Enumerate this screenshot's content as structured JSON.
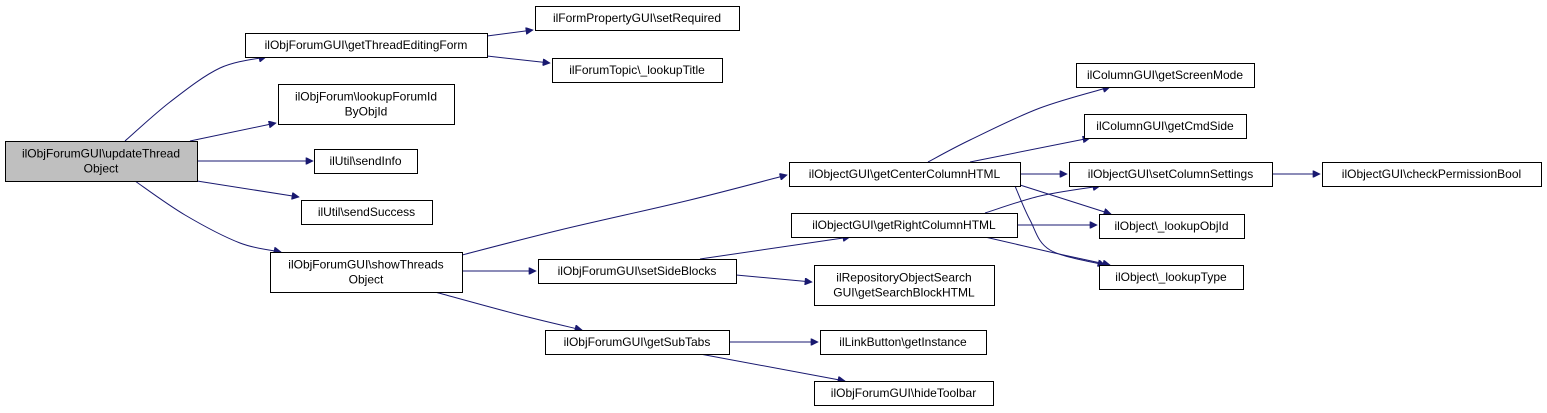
{
  "nodes": [
    {
      "id": "n0",
      "lines": [
        "ilObjForumGUI\\updateThread",
        "Object"
      ],
      "root": true
    },
    {
      "id": "n1",
      "lines": [
        "ilObjForumGUI\\getThreadEditingForm"
      ]
    },
    {
      "id": "n2",
      "lines": [
        "ilFormPropertyGUI\\setRequired"
      ]
    },
    {
      "id": "n3",
      "lines": [
        "ilForumTopic\\_lookupTitle"
      ]
    },
    {
      "id": "n4",
      "lines": [
        "ilObjForum\\lookupForumId",
        "ByObjId"
      ]
    },
    {
      "id": "n5",
      "lines": [
        "ilUtil\\sendInfo"
      ]
    },
    {
      "id": "n6",
      "lines": [
        "ilUtil\\sendSuccess"
      ]
    },
    {
      "id": "n7",
      "lines": [
        "ilObjForumGUI\\showThreads",
        "Object"
      ]
    },
    {
      "id": "n8",
      "lines": [
        "ilObjectGUI\\getCenterColumnHTML"
      ]
    },
    {
      "id": "n9",
      "lines": [
        "ilColumnGUI\\getScreenMode"
      ]
    },
    {
      "id": "n10",
      "lines": [
        "ilColumnGUI\\getCmdSide"
      ]
    },
    {
      "id": "n11",
      "lines": [
        "ilObjectGUI\\setColumnSettings"
      ]
    },
    {
      "id": "n12",
      "lines": [
        "ilObjectGUI\\checkPermissionBool"
      ]
    },
    {
      "id": "n13",
      "lines": [
        "ilObjectGUI\\getRightColumnHTML"
      ]
    },
    {
      "id": "n14",
      "lines": [
        "ilObject\\_lookupObjId"
      ]
    },
    {
      "id": "n15",
      "lines": [
        "ilObject\\_lookupType"
      ]
    },
    {
      "id": "n16",
      "lines": [
        "ilObjForumGUI\\setSideBlocks"
      ]
    },
    {
      "id": "n17",
      "lines": [
        "ilRepositoryObjectSearch",
        "GUI\\getSearchBlockHTML"
      ]
    },
    {
      "id": "n18",
      "lines": [
        "ilObjForumGUI\\getSubTabs"
      ]
    },
    {
      "id": "n19",
      "lines": [
        "ilLinkButton\\getInstance"
      ]
    },
    {
      "id": "n20",
      "lines": [
        "ilObjForumGUI\\hideToolbar"
      ]
    }
  ],
  "edges": [
    [
      "n0",
      "n1"
    ],
    [
      "n0",
      "n4"
    ],
    [
      "n0",
      "n5"
    ],
    [
      "n0",
      "n6"
    ],
    [
      "n0",
      "n7"
    ],
    [
      "n1",
      "n2"
    ],
    [
      "n1",
      "n3"
    ],
    [
      "n7",
      "n8"
    ],
    [
      "n7",
      "n16"
    ],
    [
      "n7",
      "n18"
    ],
    [
      "n8",
      "n9"
    ],
    [
      "n8",
      "n10"
    ],
    [
      "n8",
      "n11"
    ],
    [
      "n8",
      "n14"
    ],
    [
      "n8",
      "n15"
    ],
    [
      "n11",
      "n12"
    ],
    [
      "n13",
      "n11"
    ],
    [
      "n13",
      "n14"
    ],
    [
      "n13",
      "n15"
    ],
    [
      "n16",
      "n13"
    ],
    [
      "n16",
      "n17"
    ],
    [
      "n18",
      "n19"
    ],
    [
      "n18",
      "n20"
    ]
  ],
  "colors": {
    "edge": "#191970",
    "root_fill": "#bfbfbf",
    "node_fill": "#ffffff",
    "border": "#000000"
  }
}
